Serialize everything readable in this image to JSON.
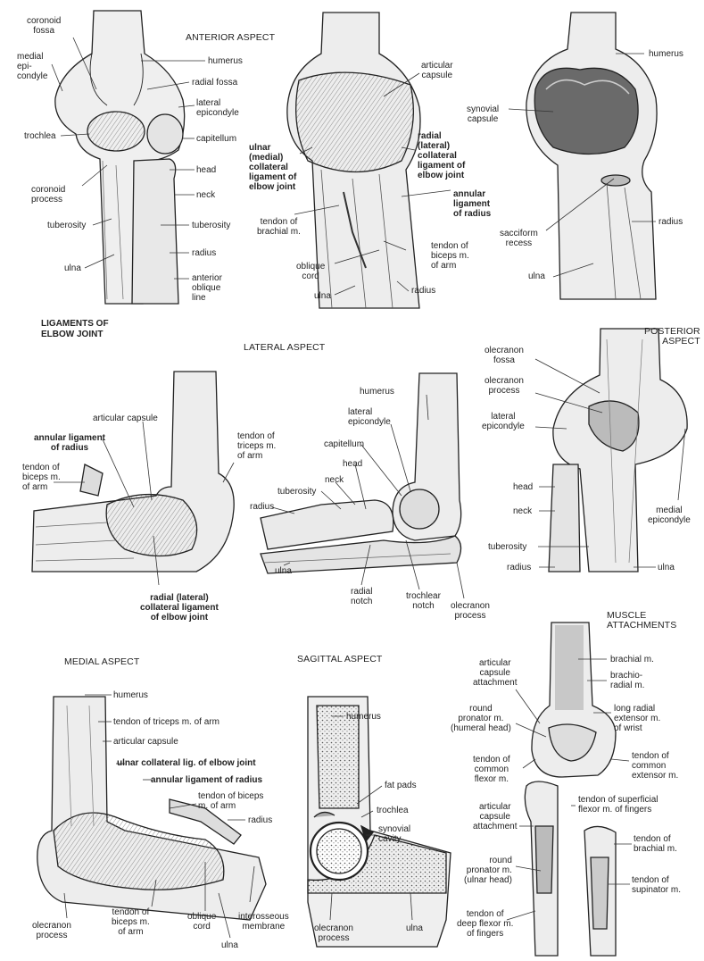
{
  "title": "LIGAMENTS OF\nELBOW JOINT",
  "sections": {
    "anterior": "ANTERIOR ASPECT",
    "lateral": "LATERAL ASPECT",
    "posterior": "POSTERIOR\nASPECT",
    "medial": "MEDIAL ASPECT",
    "sagittal": "SAGITTAL ASPECT",
    "muscle": "MUSCLE\nATTACHMENTS"
  },
  "labels": {
    "p1_coronoid_fossa": "coronoid\nfossa",
    "p1_medial_epicondyle": "medial\nepi-\ncondyle",
    "p1_humerus": "humerus",
    "p1_radial_fossa": "radial fossa",
    "p1_lateral_epicondyle": "lateral\nepicondyle",
    "p1_trochlea": "trochlea",
    "p1_capitellum": "capitellum",
    "p1_head": "head",
    "p1_coronoid_process": "coronoid\nprocess",
    "p1_neck": "neck",
    "p1_tuberosity_l": "tuberosity",
    "p1_tuberosity_r": "tuberosity",
    "p1_radius": "radius",
    "p1_ulna": "ulna",
    "p1_anterior_oblique_line": "anterior\noblique\nline",
    "p2_articular_capsule": "articular\ncapsule",
    "p2_ulnar_collateral": "ulnar\n(medial)\ncollateral\nligament of\nelbow joint",
    "p2_radial_collateral": "radial\n(lateral)\ncollateral\nligament of\nelbow joint",
    "p2_annular": "annular\nligament\nof radius",
    "p2_tendon_brachial": "tendon of\nbrachial m.",
    "p2_tendon_biceps": "tendon of\nbiceps m.\nof arm",
    "p2_oblique_cord": "oblique\ncord",
    "p2_ulna": "ulna",
    "p2_radius": "radius",
    "p3_humerus": "humerus",
    "p3_synovial_capsule": "synovial\ncapsule",
    "p3_sacciform_recess": "sacciform\nrecess",
    "p3_radius": "radius",
    "p3_ulna": "ulna",
    "p4_articular_capsule": "articular capsule",
    "p4_annular": "annular ligament\nof radius",
    "p4_tendon_biceps": "tendon of\nbiceps m.\nof arm",
    "p4_tendon_triceps": "tendon of\ntriceps m.\nof arm",
    "p4_radial_collateral": "radial (lateral)\ncollateral ligament\nof elbow joint",
    "p5_humerus": "humerus",
    "p5_lateral_epicondyle": "lateral\nepicondyle",
    "p5_capitellum": "capitellum",
    "p5_head": "head",
    "p5_neck": "neck",
    "p5_tuberosity": "tuberosity",
    "p5_radius": "radius",
    "p5_ulna": "ulna",
    "p5_radial_notch": "radial\nnotch",
    "p5_trochlear_notch": "trochlear\nnotch",
    "p5_olecranon_process": "olecranon\nprocess",
    "p6_olecranon_fossa": "olecranon\nfossa",
    "p6_olecranon_process": "olecranon\nprocess",
    "p6_lateral_epicondyle": "lateral\nepicondyle",
    "p6_head": "head",
    "p6_neck": "neck",
    "p6_tuberosity": "tuberosity",
    "p6_radius": "radius",
    "p6_ulna": "ulna",
    "p6_medial_epicondyle": "medial\nepicondyle",
    "p7_humerus": "humerus",
    "p7_tendon_triceps": "tendon of triceps m. of arm",
    "p7_articular_capsule": "articular capsule",
    "p7_ulnar_collateral": "ulnar collateral lig. of elbow joint",
    "p7_annular": "annular ligament of radius",
    "p7_tendon_biceps_top": "tendon of biceps\nm. of arm",
    "p7_radius": "radius",
    "p7_olecranon_process": "olecranon\nprocess",
    "p7_tendon_biceps_bottom": "tendon of\nbiceps m.\nof arm",
    "p7_oblique_cord": "oblique\ncord",
    "p7_interosseous": "interosseous\nmembrane",
    "p7_ulna": "ulna",
    "p8_humerus": "humerus",
    "p8_fat_pads": "fat pads",
    "p8_trochlea": "trochlea",
    "p8_synovial_cavity": "synovial\ncavity",
    "p8_olecranon_process": "olecranon\nprocess",
    "p8_ulna": "ulna",
    "p9_articular_capsule_top": "articular\ncapsule\nattachment",
    "p9_round_pronator_humeral": "round\npronator m.\n(humeral head)",
    "p9_tendon_common_flexor": "tendon of\ncommon\nflexor m.",
    "p9_brachial": "brachial m.",
    "p9_brachioradial": "brachio-\nradial m.",
    "p9_long_radial_extensor": "long radial\nextensor m.\nof wrist",
    "p9_tendon_common_extensor": "tendon of\ncommon\nextensor m.",
    "p9_articular_capsule_bottom": "articular\ncapsule\nattachment",
    "p9_tendon_superficial_flexor": "tendon of superficial\nflexor m. of fingers",
    "p9_tendon_brachial": "tendon of\nbrachial m.",
    "p9_round_pronator_ulnar": "round\npronator m.\n(ulnar head)",
    "p9_tendon_supinator": "tendon of\nsupinator m.",
    "p9_tendon_deep_flexor": "tendon of\ndeep flexor m.\nof fingers"
  },
  "colors": {
    "ink": "#222222",
    "bone": "#efefef",
    "shade": "#b9b9b9",
    "dark": "#5a5a5a"
  }
}
